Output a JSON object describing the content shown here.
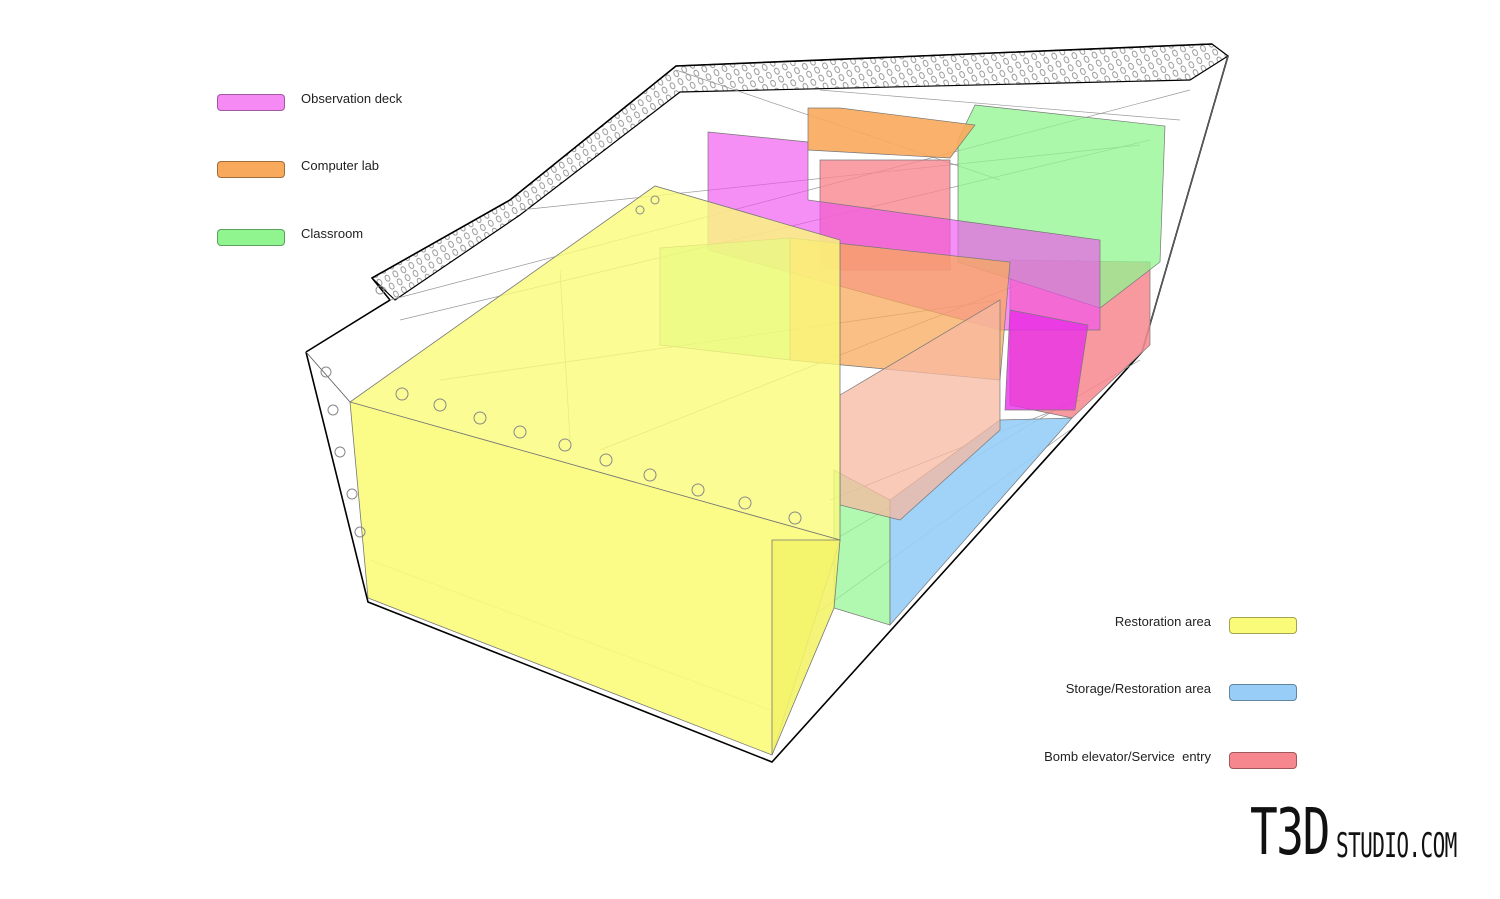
{
  "legend_left": [
    {
      "label": "Observation deck",
      "color": "#f58af5"
    },
    {
      "label": "Computer lab",
      "color": "#f8a95b"
    },
    {
      "label": "Classroom",
      "color": "#90f58f"
    }
  ],
  "legend_right": [
    {
      "label": "Restoration area",
      "color": "#fbfb7a"
    },
    {
      "label": "Storage/Restoration area",
      "color": "#97cdf6"
    },
    {
      "label": "Bomb elevator/Service  entry",
      "color": "#f7878f"
    }
  ],
  "logo": {
    "main": "T3D",
    "sub": "STUDIO.COM"
  }
}
